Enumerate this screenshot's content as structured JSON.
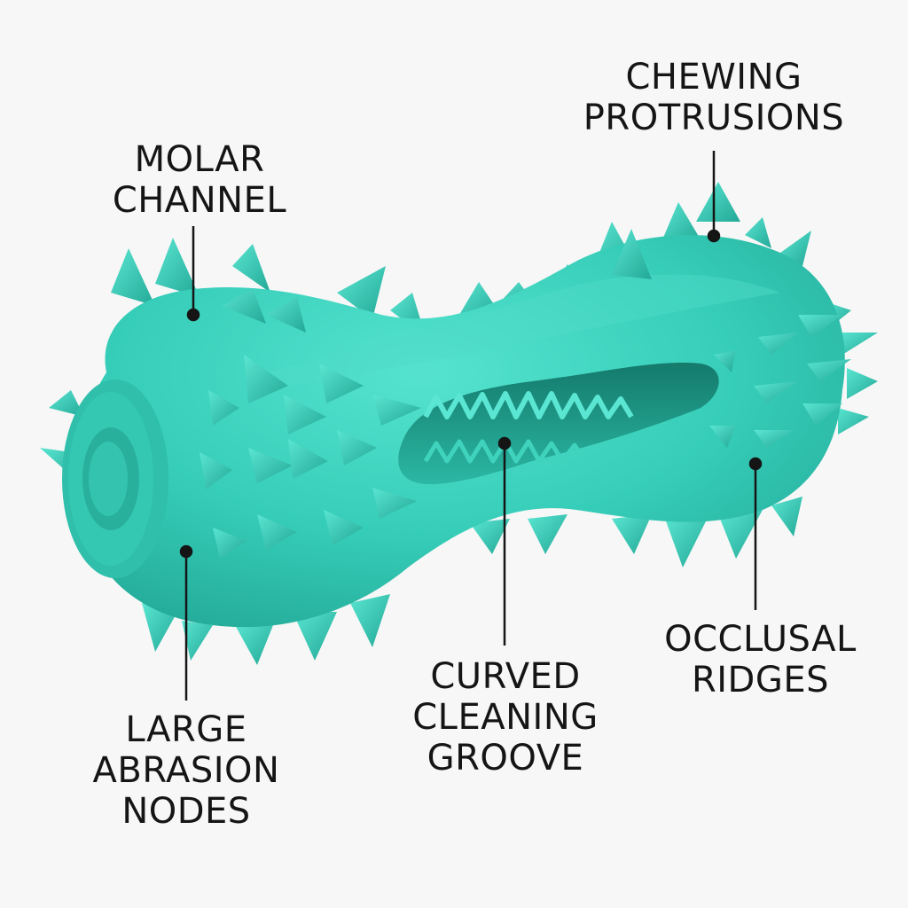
{
  "colors": {
    "background": "#f7f7f7",
    "toy_base": "#36cdb8",
    "toy_light": "#55e3cf",
    "toy_shadow": "#1fa08e",
    "toy_deep": "#147a6c",
    "leader": "#151515"
  },
  "callouts": [
    {
      "id": "molar-channel",
      "lines": [
        "MOLAR",
        "CHANNEL"
      ]
    },
    {
      "id": "chewing-protrusions",
      "lines": [
        "CHEWING",
        "PROTRUSIONS"
      ]
    },
    {
      "id": "large-abrasion-nodes",
      "lines": [
        "LARGE",
        "ABRASION",
        "NODES"
      ]
    },
    {
      "id": "curved-cleaning-groove",
      "lines": [
        "CURVED",
        "CLEANING",
        "GROOVE"
      ]
    },
    {
      "id": "occlusal-ridges",
      "lines": [
        "OCCLUSAL",
        "RIDGES"
      ]
    }
  ]
}
